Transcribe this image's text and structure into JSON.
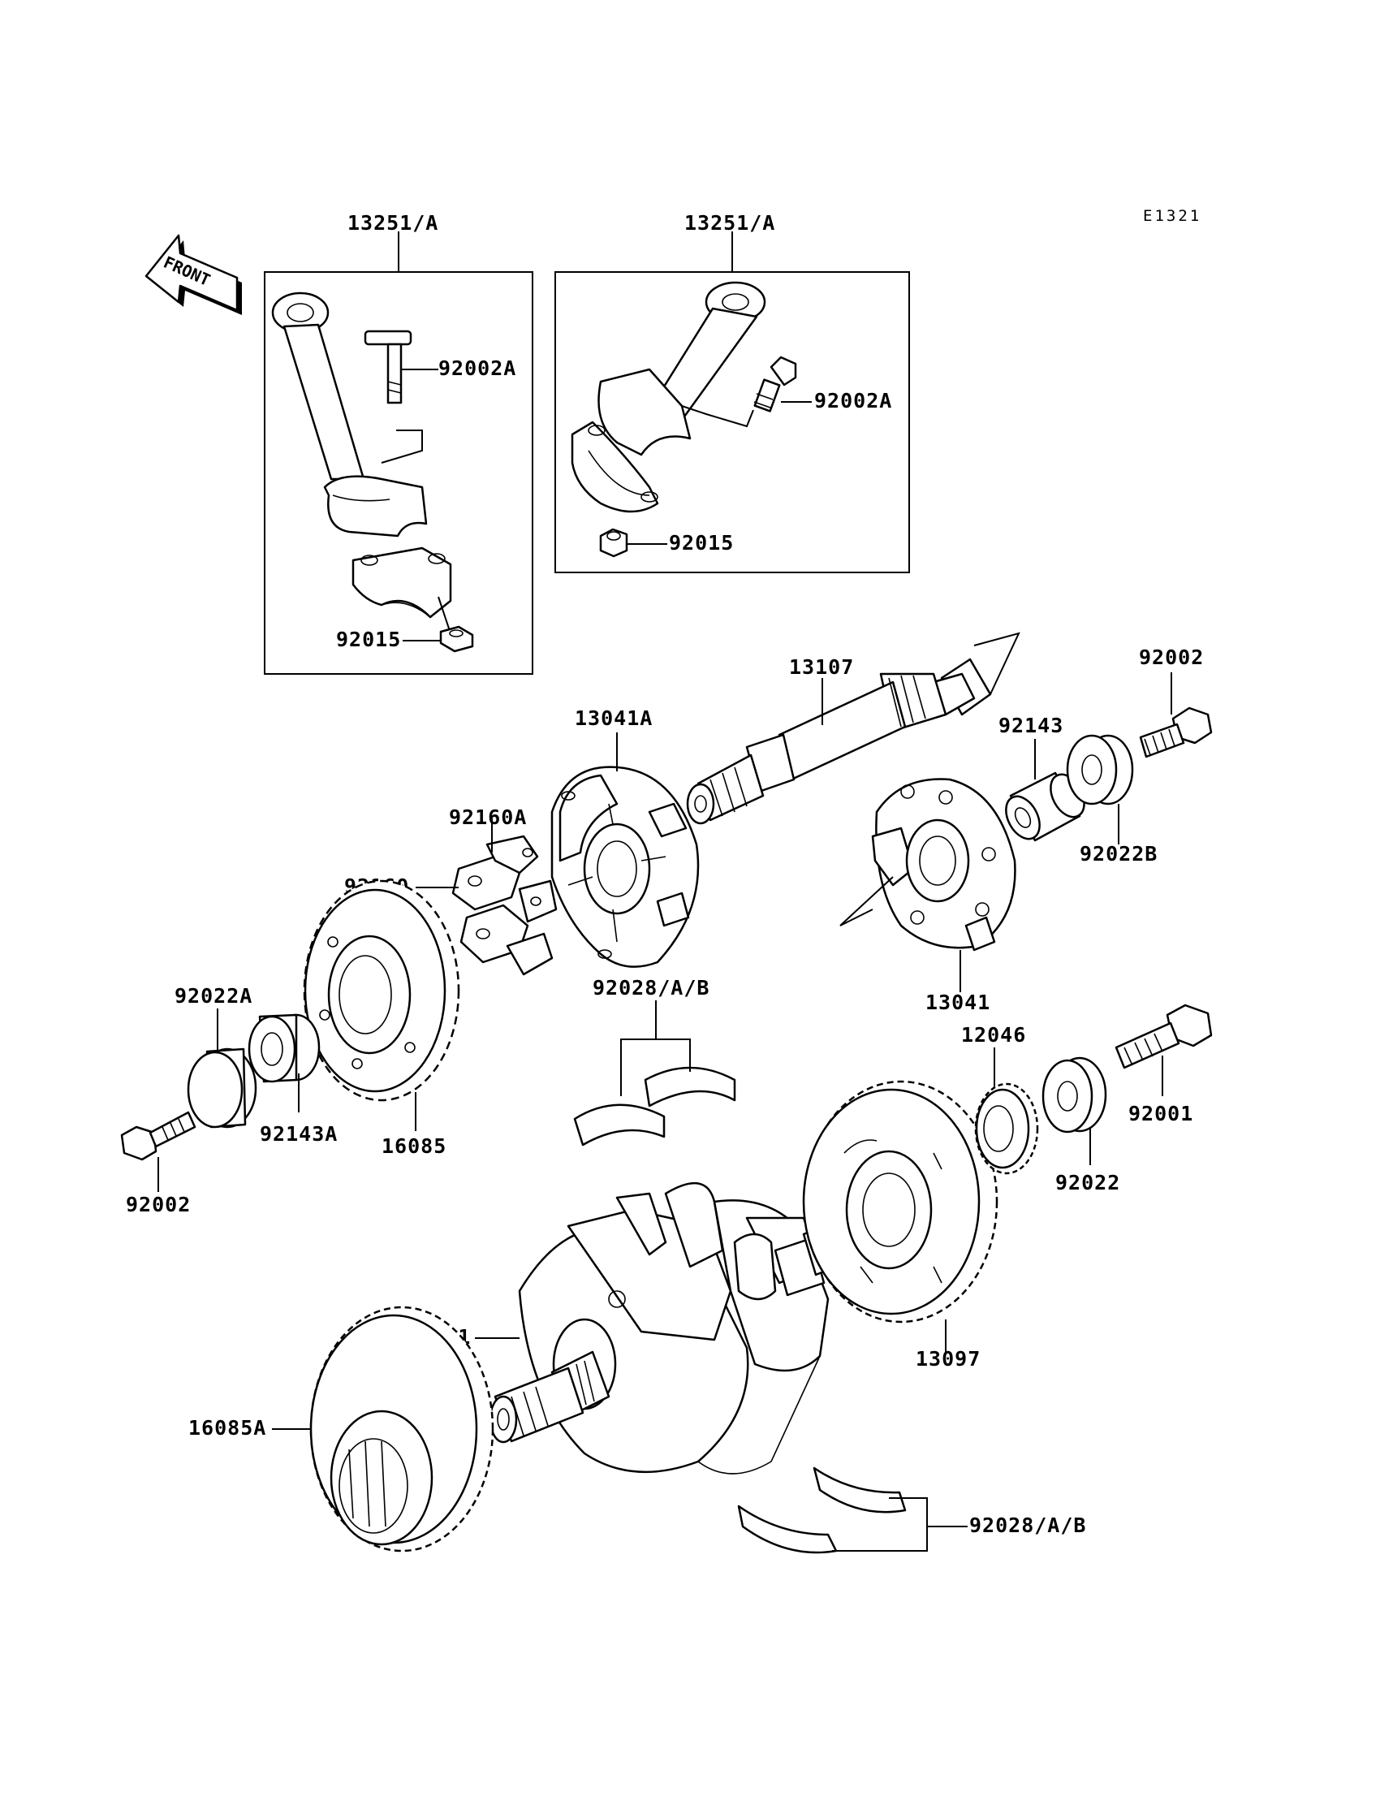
{
  "diagram_code": "E1321",
  "front_label": "FRONT",
  "callouts": {
    "rod_left": "13251/A",
    "rod_right": "13251/A",
    "bolt_left": "92002A",
    "bolt_right": "92002A",
    "nut_left": "92015",
    "nut_right": "92015",
    "shaft": "13107",
    "bolt_top_right": "92002",
    "collar_right": "92143",
    "washer_right": "92022B",
    "hub_left": "13041A",
    "damper_a": "92160A",
    "damper": "92160",
    "hub_right": "13041",
    "bearing_top": "92028/A/B",
    "washer_left": "92022A",
    "collar_left": "92143A",
    "gear_left": "16085",
    "bolt_left_low": "92002",
    "gear_small": "12046",
    "bolt_92001": "92001",
    "washer_92022": "92022",
    "gear_big": "13097",
    "crankshaft": "13031",
    "gear_bottom": "16085A",
    "bearing_bottom": "92028/A/B"
  }
}
